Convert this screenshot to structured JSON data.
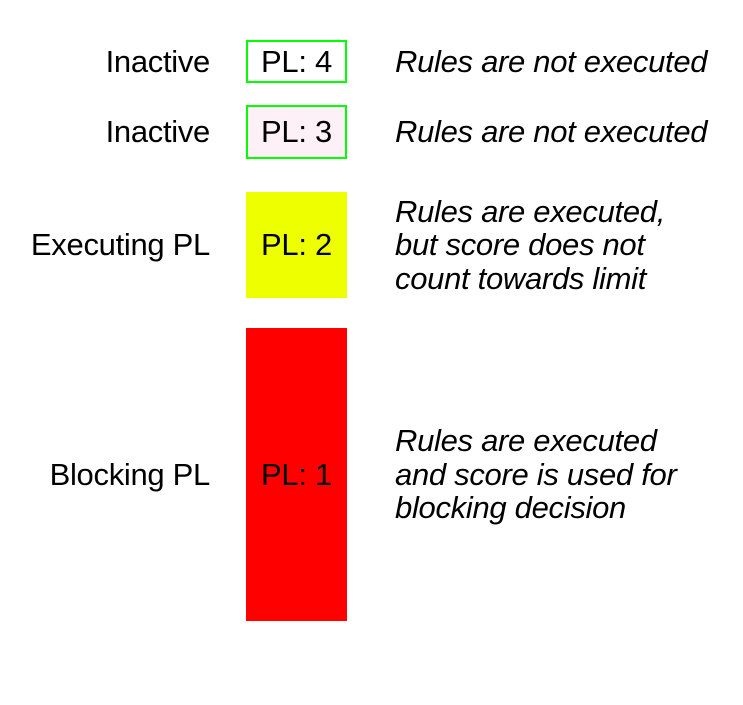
{
  "title": "Paranoia level diagram",
  "colors": {
    "background": "#ffffff",
    "text": "#000000",
    "border_green": "#00ff00",
    "pl4_fill": "#ffffff",
    "pl3_fill": "#fdf0f7",
    "pl2_fill": "#eeff00",
    "pl1_fill": "#ff0000"
  },
  "rows": [
    {
      "label": "Inactive",
      "box_label": "PL: 4",
      "description": "Rules are not executed"
    },
    {
      "label": "Inactive",
      "box_label": "PL: 3",
      "description": "Rules are not executed"
    },
    {
      "label": "Executing PL",
      "box_label": "PL: 2",
      "description": "Rules are executed,\nbut score does not\ncount towards limit"
    },
    {
      "label": "Blocking PL",
      "box_label": "PL: 1",
      "description": "Rules are executed\nand score is used for\nblocking decision"
    }
  ]
}
